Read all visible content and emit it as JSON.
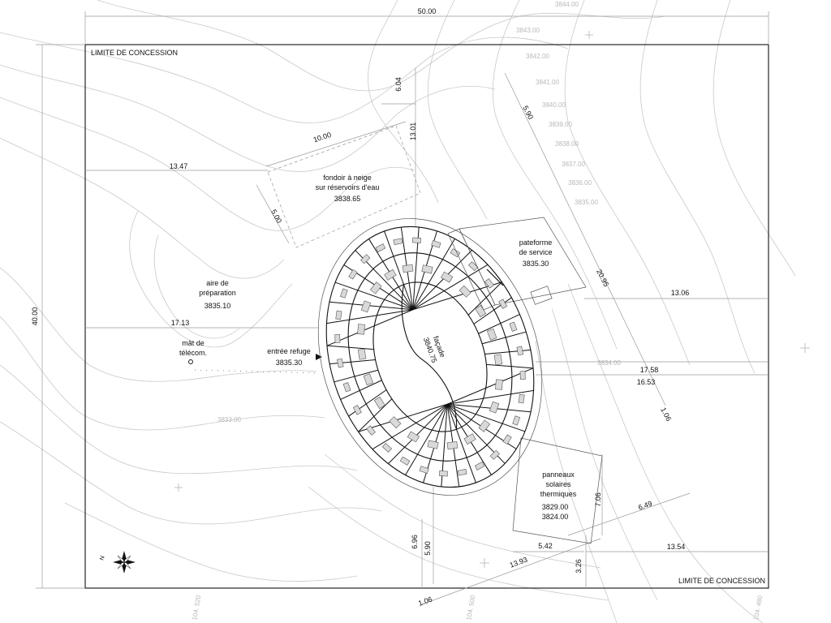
{
  "labels": {
    "limit_top": "LIMITE DE CONCESSION",
    "limit_bottom": "LIMITE DE CONCESSION",
    "snowmelt": [
      "fondoir à neige",
      "sur réservoirs d'eau",
      "3838.65"
    ],
    "service": [
      "pateforme",
      "de service",
      "3835.30"
    ],
    "prep": [
      "aire de",
      "préparation",
      "3835.10"
    ],
    "telecom": [
      "mât de",
      "télécom."
    ],
    "entrance": [
      "entrée refuge",
      "3835.30"
    ],
    "facade": [
      "façade",
      "3840.75"
    ],
    "solar": [
      "panneaux",
      "solaires",
      "thermiques",
      "3829.00",
      "3824.00"
    ]
  },
  "dimensions": {
    "top_width": "50.00",
    "left_height": "40.00",
    "d_6_04": "6.04",
    "d_13_01": "13.01",
    "d_10_00": "10.00",
    "d_13_47": "13.47",
    "d_5_00": "5.00",
    "d_5_90_top": "5.90",
    "d_20_95": "20.95",
    "d_13_06": "13.06",
    "d_17_13": "17.13",
    "d_17_58": "17.58",
    "d_16_53": "16.53",
    "d_1_06_right": "1.06",
    "d_7_06": "7.06",
    "d_6_49": "6.49",
    "d_6_96": "6.96",
    "d_5_90_bottom": "5.90",
    "d_5_42": "5.42",
    "d_13_54": "13.54",
    "d_13_93": "13.93",
    "d_3_26": "3.26",
    "d_1_06_bottom": "1.06"
  },
  "contour_labels": [
    "3844.00",
    "3843.00",
    "3842.00",
    "3841.00",
    "3840.00",
    "3839.00",
    "3838.00",
    "3837.00",
    "3836.00",
    "3835.00",
    "3834.00",
    "3833.00"
  ],
  "grid_labels": [
    "104. 520",
    "104. 500",
    "104. 480"
  ],
  "compass": {
    "north": "N"
  }
}
